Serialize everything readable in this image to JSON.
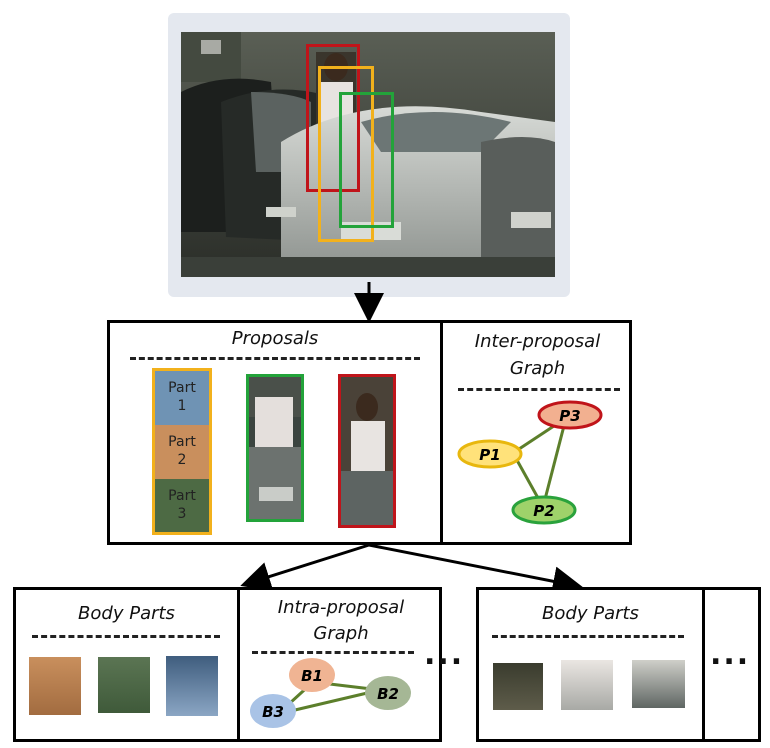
{
  "proposals_panel": {
    "title": "Proposals",
    "parts": [
      {
        "name": "Part",
        "num": "1",
        "color": "#6f93b4"
      },
      {
        "name": "Part",
        "num": "2",
        "color": "#c98f5d"
      },
      {
        "name": "Part",
        "num": "3",
        "color": "#4d6a44"
      }
    ]
  },
  "inter_graph": {
    "title_line1": "Inter-proposal",
    "title_line2": "Graph",
    "nodes": [
      {
        "label": "P3",
        "fill": "#f2b090",
        "stroke": "#c0141a"
      },
      {
        "label": "P1",
        "fill": "#ffe27a",
        "stroke": "#e8b70e"
      },
      {
        "label": "P2",
        "fill": "#9fd26a",
        "stroke": "#2aa23c"
      }
    ]
  },
  "body_parts_left": {
    "title": "Body Parts"
  },
  "intra_graph": {
    "title_line1": "Intra-proposal",
    "title_line2": "Graph",
    "nodes": [
      {
        "label": "B1",
        "fill": "#f0b493"
      },
      {
        "label": "B2",
        "fill": "#a5b795"
      },
      {
        "label": "B3",
        "fill": "#a9c3e6"
      }
    ]
  },
  "body_parts_right": {
    "title": "Body Parts"
  },
  "ellipsis_mid": "...",
  "ellipsis_right": "...",
  "colors": {
    "red_box": "#c0141a",
    "yellow_box": "#f2b11c",
    "green_box": "#23a33a",
    "edge": "#5c7f2b"
  }
}
